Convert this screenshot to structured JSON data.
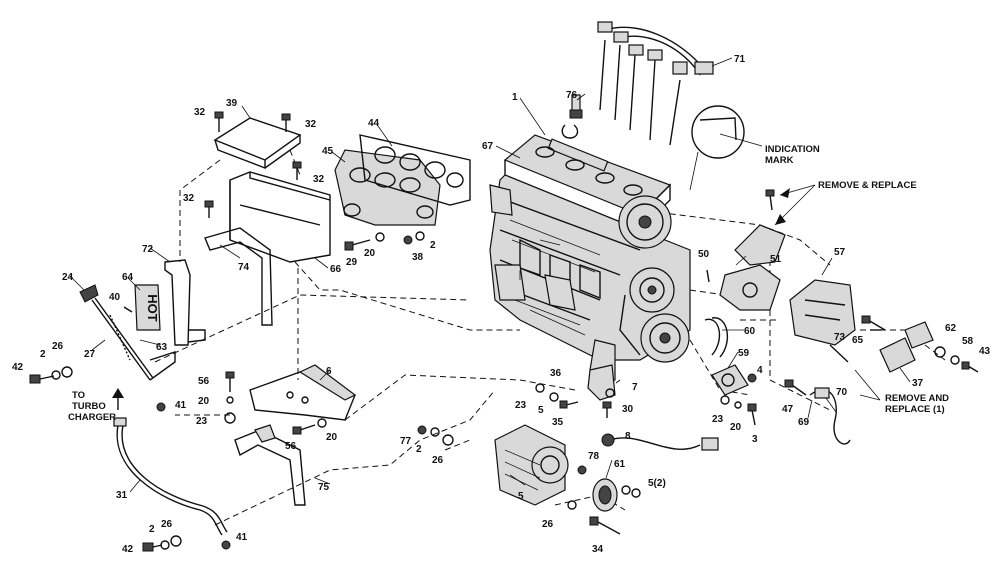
{
  "callouts": [
    {
      "id": "c1",
      "text": "1"
    },
    {
      "id": "c2a",
      "text": "2"
    },
    {
      "id": "c2b",
      "text": "2"
    },
    {
      "id": "c2c",
      "text": "2"
    },
    {
      "id": "c2d",
      "text": "2"
    },
    {
      "id": "c3",
      "text": "3"
    },
    {
      "id": "c4",
      "text": "4"
    },
    {
      "id": "c5a",
      "text": "5"
    },
    {
      "id": "c5b",
      "text": "5"
    },
    {
      "id": "c52",
      "text": "5(2)"
    },
    {
      "id": "c6",
      "text": "6"
    },
    {
      "id": "c7",
      "text": "7"
    },
    {
      "id": "c8",
      "text": "8"
    },
    {
      "id": "c20a",
      "text": "20"
    },
    {
      "id": "c20b",
      "text": "20"
    },
    {
      "id": "c20c",
      "text": "20"
    },
    {
      "id": "c20d",
      "text": "20"
    },
    {
      "id": "c23a",
      "text": "23"
    },
    {
      "id": "c23b",
      "text": "23"
    },
    {
      "id": "c23c",
      "text": "23"
    },
    {
      "id": "c24",
      "text": "24"
    },
    {
      "id": "c26a",
      "text": "26"
    },
    {
      "id": "c26b",
      "text": "26"
    },
    {
      "id": "c26c",
      "text": "26"
    },
    {
      "id": "c26d",
      "text": "26"
    },
    {
      "id": "c27",
      "text": "27"
    },
    {
      "id": "c29",
      "text": "29"
    },
    {
      "id": "c30",
      "text": "30"
    },
    {
      "id": "c31",
      "text": "31"
    },
    {
      "id": "c32a",
      "text": "32"
    },
    {
      "id": "c32b",
      "text": "32"
    },
    {
      "id": "c32c",
      "text": "32"
    },
    {
      "id": "c32d",
      "text": "32"
    },
    {
      "id": "c34",
      "text": "34"
    },
    {
      "id": "c35",
      "text": "35"
    },
    {
      "id": "c36",
      "text": "36"
    },
    {
      "id": "c37",
      "text": "37"
    },
    {
      "id": "c38",
      "text": "38"
    },
    {
      "id": "c39",
      "text": "39"
    },
    {
      "id": "c40",
      "text": "40"
    },
    {
      "id": "c41a",
      "text": "41"
    },
    {
      "id": "c41b",
      "text": "41"
    },
    {
      "id": "c42a",
      "text": "42"
    },
    {
      "id": "c42b",
      "text": "42"
    },
    {
      "id": "c43",
      "text": "43"
    },
    {
      "id": "c44",
      "text": "44"
    },
    {
      "id": "c45",
      "text": "45"
    },
    {
      "id": "c47",
      "text": "47"
    },
    {
      "id": "c50",
      "text": "50"
    },
    {
      "id": "c51",
      "text": "51"
    },
    {
      "id": "c56a",
      "text": "56"
    },
    {
      "id": "c56b",
      "text": "56"
    },
    {
      "id": "c57",
      "text": "57"
    },
    {
      "id": "c58",
      "text": "58"
    },
    {
      "id": "c59",
      "text": "59"
    },
    {
      "id": "c60",
      "text": "60"
    },
    {
      "id": "c61",
      "text": "61"
    },
    {
      "id": "c62",
      "text": "62"
    },
    {
      "id": "c63",
      "text": "63"
    },
    {
      "id": "c64",
      "text": "64"
    },
    {
      "id": "c65",
      "text": "65"
    },
    {
      "id": "c66",
      "text": "66"
    },
    {
      "id": "c67",
      "text": "67"
    },
    {
      "id": "c69",
      "text": "69"
    },
    {
      "id": "c70",
      "text": "70"
    },
    {
      "id": "c71",
      "text": "71"
    },
    {
      "id": "c72",
      "text": "72"
    },
    {
      "id": "c73",
      "text": "73"
    },
    {
      "id": "c74",
      "text": "74"
    },
    {
      "id": "c75",
      "text": "75"
    },
    {
      "id": "c76",
      "text": "76"
    },
    {
      "id": "c77",
      "text": "77"
    },
    {
      "id": "c78",
      "text": "78"
    }
  ],
  "notes": {
    "indication_mark_line1": "INDICATION",
    "indication_mark_line2": "MARK",
    "remove_replace": "REMOVE & REPLACE",
    "remove_replace_1_line1": "REMOVE AND",
    "remove_replace_1_line2": "REPLACE (1)",
    "turbo_line1": "TO",
    "turbo_line2": "TURBO",
    "turbo_line3": "CHARGER"
  },
  "part_labels": {
    "hot": "HOT"
  }
}
